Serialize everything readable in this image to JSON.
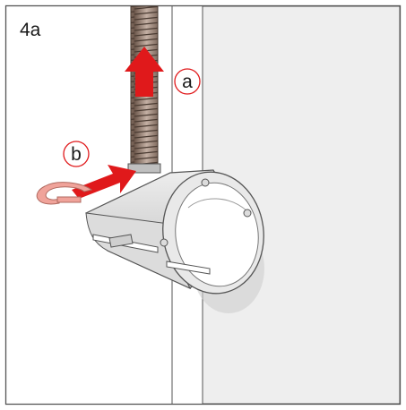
{
  "figure": {
    "step_label": "4a",
    "callouts": [
      {
        "id": "a",
        "label": "a"
      },
      {
        "id": "b",
        "label": "b"
      }
    ]
  },
  "colors": {
    "frame": "#555555",
    "panel": "#eeeeee",
    "wall": "#f3f3f3",
    "box_body": "#d9d9d9",
    "box_dark": "#9a9a9a",
    "rod": "#8a7466",
    "arrow_red": "#e0191b",
    "ring": "#f0a39a",
    "callout_stroke": "#e0191b"
  },
  "icons": {
    "arrow_up": "arrow-up-icon",
    "arrow_diagonal": "arrow-diagonal-icon",
    "retaining_ring": "retaining-ring-icon"
  }
}
